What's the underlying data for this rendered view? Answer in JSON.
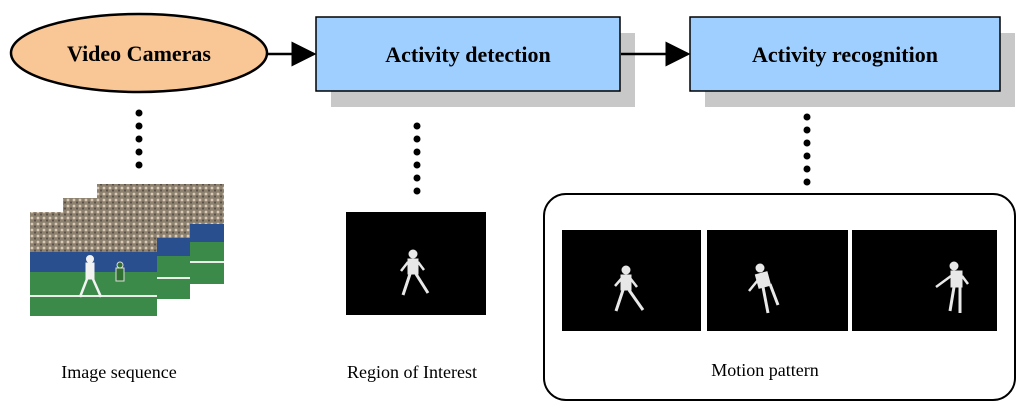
{
  "nodes": {
    "cameras": {
      "label": "Video Cameras"
    },
    "detection": {
      "label": "Activity detection"
    },
    "recognition": {
      "label": "Activity recognition"
    }
  },
  "captions": {
    "image_sequence": "Image sequence",
    "region_of_interest": "Region of Interest",
    "motion_pattern": "Motion pattern"
  },
  "colors": {
    "ellipse_fill": "#f9c796",
    "box_fill": "#9fcfff",
    "shadow": "#c8c8c8",
    "court_green": "#3b8a4a",
    "court_blue": "#2a4f8e",
    "crowd": "#8a7f72"
  }
}
